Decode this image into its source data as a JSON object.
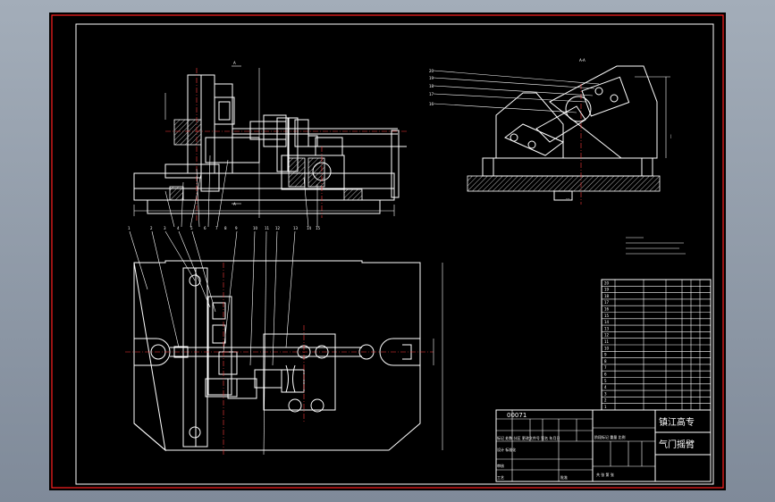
{
  "title_block": {
    "school": "镇江高专",
    "part_name": "气门摇臂",
    "drawing_code": "00071",
    "revision_header": "标记 处数 分区 更改文件号 签名 年月日",
    "design_row": "设计 标准化",
    "stage_header": "阶段标记 重量 比例",
    "review_label": "审核",
    "process_label": "工艺",
    "approve_label": "批准",
    "sheet_label": "共 张 第 张"
  },
  "parts_list": {
    "item_numbers": [
      "20",
      "19",
      "18",
      "17",
      "16",
      "15",
      "14",
      "13",
      "12",
      "11",
      "10",
      "9",
      "8",
      "7",
      "6",
      "5",
      "4",
      "3",
      "2",
      "1"
    ]
  },
  "section_label": "A-A",
  "front_view": {
    "section_marker_top": "A",
    "section_marker_bottom": "A",
    "balloons": [
      "1",
      "2",
      "3",
      "4",
      "5",
      "6",
      "7",
      "8",
      "9",
      "10",
      "11",
      "12",
      "13",
      "14",
      "15"
    ]
  },
  "side_view": {
    "balloons": [
      "20",
      "19",
      "18",
      "17",
      "16"
    ]
  },
  "colors": {
    "frame_red": "#ff2020",
    "line_white": "#ffffff",
    "centerline_red": "#ff3b3b",
    "paper": "#000000"
  }
}
